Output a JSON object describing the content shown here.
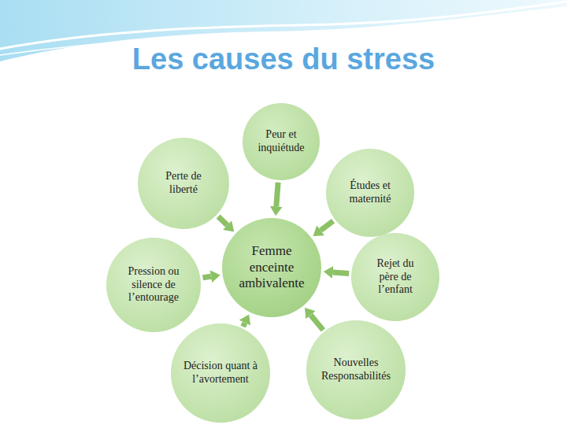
{
  "diagram": {
    "title": "Les causes du stress",
    "nodes": [
      {
        "text": [
          "Peur et inquiétude"
        ]
      },
      {
        "text": [
          "Perte de liberté"
        ]
      },
      {
        "text": [
          "Études et maternité"
        ]
      },
      {
        "text": [
          "Femme enceinte ambivalente"
        ]
      },
      {
        "text": [
          "Pression ou silence de l’entourage"
        ]
      },
      {
        "text": [
          "Rejet du père de l’enfant"
        ]
      },
      {
        "text": [
          "Décision quant à l’avortement"
        ]
      },
      {
        "text": [
          "Nouvelles Responsabilités"
        ]
      }
    ],
    "edges": [
      {
        "from": 0,
        "to": 3,
        "arrow": "to"
      },
      {
        "from": 1,
        "to": 3,
        "arrow": "to"
      },
      {
        "from": 2,
        "to": 3,
        "arrow": "to"
      },
      {
        "from": 4,
        "to": 3,
        "arrow": "to"
      },
      {
        "from": 5,
        "to": 3,
        "arrow": "to"
      },
      {
        "from": 6,
        "to": 3,
        "arrow": "to"
      },
      {
        "from": 7,
        "to": 3,
        "arrow": "to"
      }
    ]
  }
}
